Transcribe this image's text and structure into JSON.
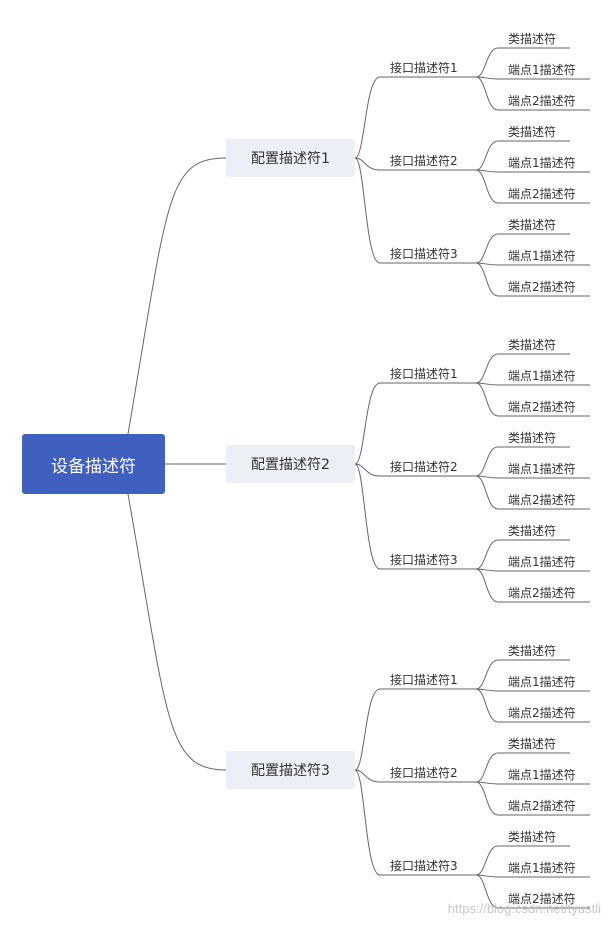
{
  "root": {
    "label": "设备描述符"
  },
  "configs": [
    {
      "label": "配置描述符1",
      "interfaces": [
        {
          "label": "接口描述符1",
          "children": [
            "类描述符",
            "端点1描述符",
            "端点2描述符"
          ]
        },
        {
          "label": "接口描述符2",
          "children": [
            "类描述符",
            "端点1描述符",
            "端点2描述符"
          ]
        },
        {
          "label": "接口描述符3",
          "children": [
            "类描述符",
            "端点1描述符",
            "端点2描述符"
          ]
        }
      ]
    },
    {
      "label": "配置描述符2",
      "interfaces": [
        {
          "label": "接口描述符1",
          "children": [
            "类描述符",
            "端点1描述符",
            "端点2描述符"
          ]
        },
        {
          "label": "接口描述符2",
          "children": [
            "类描述符",
            "端点1描述符",
            "端点2描述符"
          ]
        },
        {
          "label": "接口描述符3",
          "children": [
            "类描述符",
            "端点1描述符",
            "端点2描述符"
          ]
        }
      ]
    },
    {
      "label": "配置描述符3",
      "interfaces": [
        {
          "label": "接口描述符1",
          "children": [
            "类描述符",
            "端点1描述符",
            "端点2描述符"
          ]
        },
        {
          "label": "接口描述符2",
          "children": [
            "类描述符",
            "端点1描述符",
            "端点2描述符"
          ]
        },
        {
          "label": "接口描述符3",
          "children": [
            "类描述符",
            "端点1描述符",
            "端点2描述符"
          ]
        }
      ]
    }
  ],
  "watermark": "https://blog.csdn.net/tyustli",
  "colors": {
    "root_fill": "#4060c0",
    "config_fill": "#eceff5",
    "line": "#666666"
  }
}
